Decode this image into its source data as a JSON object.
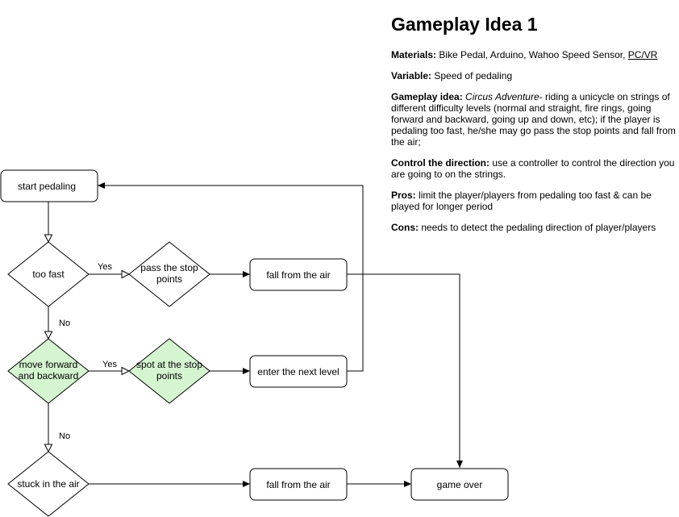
{
  "colors": {
    "stroke": "#000000",
    "highlight_fill": "#d5f5d0",
    "node_fill": "#ffffff"
  },
  "flowchart": {
    "nodes": {
      "start": "start pedaling",
      "too_fast": "too fast",
      "pass_stop": [
        "pass the stop",
        "points"
      ],
      "fall1": "fall from the air",
      "move_fb": [
        "move forward",
        "and backward"
      ],
      "spot_stop": [
        "spot at the stop",
        "points"
      ],
      "next_level": "enter the next level",
      "stuck": "stuck in the air",
      "fall2": "fall from the air",
      "game_over": "game over"
    },
    "edge_labels": {
      "yes1": "Yes",
      "no1": "No",
      "yes2": "Yes",
      "no2": "No"
    }
  },
  "notes": {
    "title": "Gameplay Idea 1",
    "materials_label": "Materials:",
    "materials_value": " Bike Pedal, Arduino, Wahoo Speed Sensor, ",
    "materials_link": "PC/VR",
    "variable_label": "Variable:",
    "variable_value": " Speed of pedaling",
    "idea_label": "Gameplay idea:",
    "idea_title": " Circus Adventure",
    "idea_value": "- riding a unicycle on strings of different difficulty levels (normal and straight, fire rings, going forward and backward, going up and down, etc); if the player is pedaling too fast, he/she may go pass the stop points and fall from the air;",
    "control_label": "Control the direction:",
    "control_value": " use a controller to control the direction you are going to on the strings.",
    "pros_label": "Pros:",
    "pros_value": " limit the player/players from pedaling too fast & can be played for longer period",
    "cons_label": "Cons:",
    "cons_value": " needs to detect the pedaling direction of player/players"
  }
}
